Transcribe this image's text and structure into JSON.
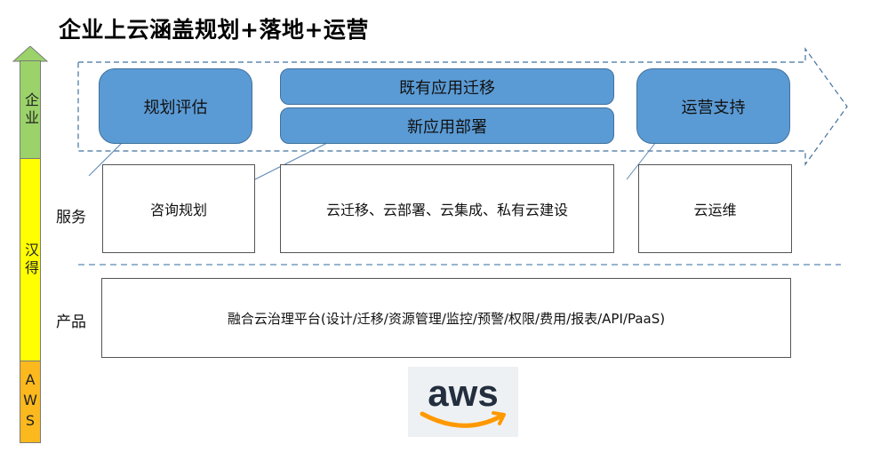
{
  "title": "企业上云涵盖规划+落地+运营",
  "sidebar": {
    "enterprise": "企业",
    "hande": "汉得",
    "aws": "AWS"
  },
  "row_labels": {
    "service": "服务",
    "product": "产品"
  },
  "flow": {
    "planning": "规划评估",
    "migration": "既有应用迁移",
    "deployment": "新应用部署",
    "operations": "运营支持"
  },
  "services": {
    "consulting": "咨询规划",
    "cloud_work": "云迁移、云部署、云集成、私有云建设",
    "cloud_ops": "云运维"
  },
  "product": {
    "platform": "融合云治理平台(设计/迁移/资源管理/监控/预警/权限/费用/报表/API/PaaS)"
  },
  "logo": {
    "text": "aws"
  },
  "colors": {
    "pill_fill": "#5b9bd5",
    "pill_border": "#41719c",
    "green": "#9bd36a",
    "yellow": "#ffff00",
    "orange": "#fbb91d",
    "aws_orange": "#ff9900",
    "aws_dark": "#232f3e"
  }
}
